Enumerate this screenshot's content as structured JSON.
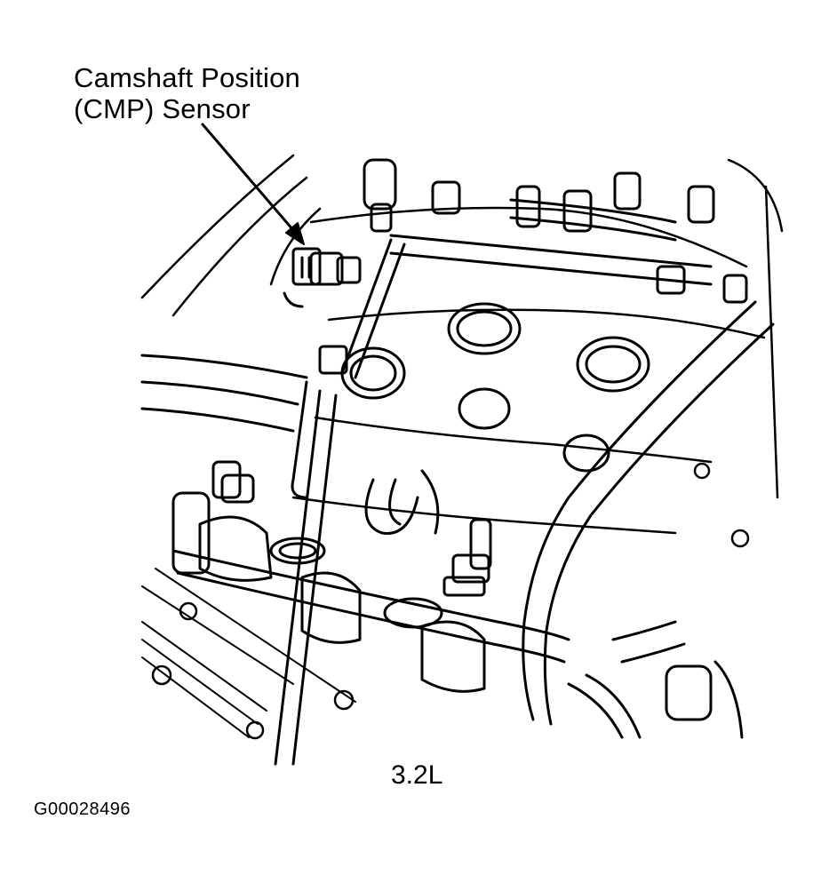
{
  "callout": {
    "line1": "Camshaft Position",
    "line2": "(CMP) Sensor"
  },
  "caption": "3.2L",
  "figure_id": "G00028496",
  "colors": {
    "ink": "#000000",
    "paper": "#ffffff"
  }
}
